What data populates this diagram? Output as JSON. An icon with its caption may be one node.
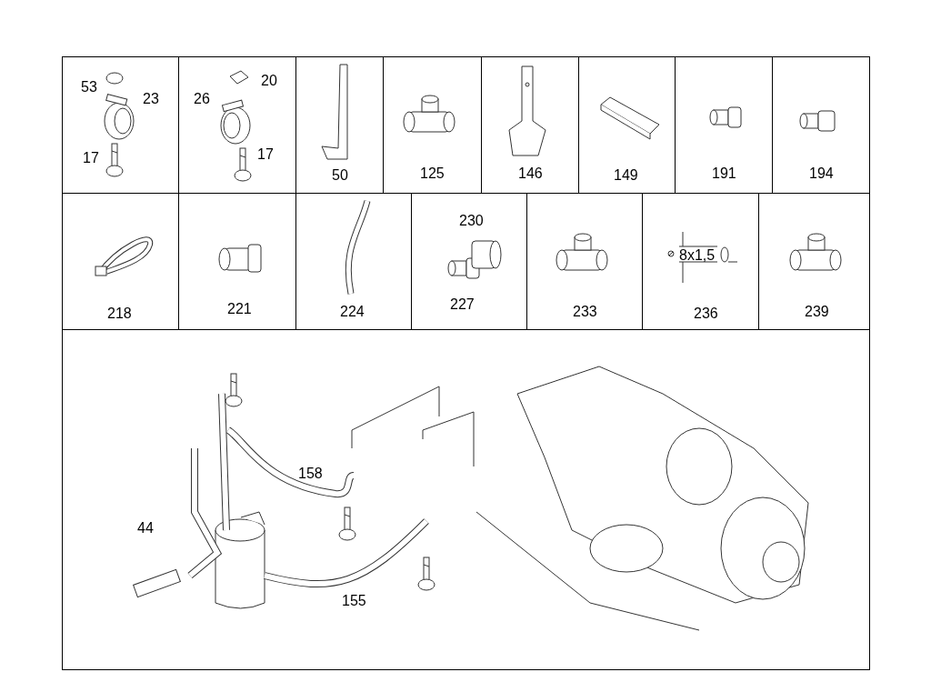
{
  "diagram": {
    "nodes": [
      {
        "text": [
          "53",
          "23",
          "17"
        ]
      },
      {
        "text": [
          "26",
          "20",
          "17"
        ]
      },
      {
        "text": [
          "50"
        ]
      },
      {
        "text": [
          "125"
        ]
      },
      {
        "text": [
          "146"
        ]
      },
      {
        "text": [
          "149"
        ]
      },
      {
        "text": [
          "191"
        ]
      },
      {
        "text": [
          "194"
        ]
      },
      {
        "text": [
          "218"
        ]
      },
      {
        "text": [
          "221"
        ]
      },
      {
        "text": [
          "224"
        ]
      },
      {
        "text": [
          "230",
          "227"
        ]
      },
      {
        "text": [
          "233"
        ]
      },
      {
        "text": [
          "8x1,5",
          "236"
        ]
      },
      {
        "text": [
          "239"
        ]
      },
      {
        "text": [
          "158",
          "44",
          "155"
        ]
      }
    ]
  }
}
